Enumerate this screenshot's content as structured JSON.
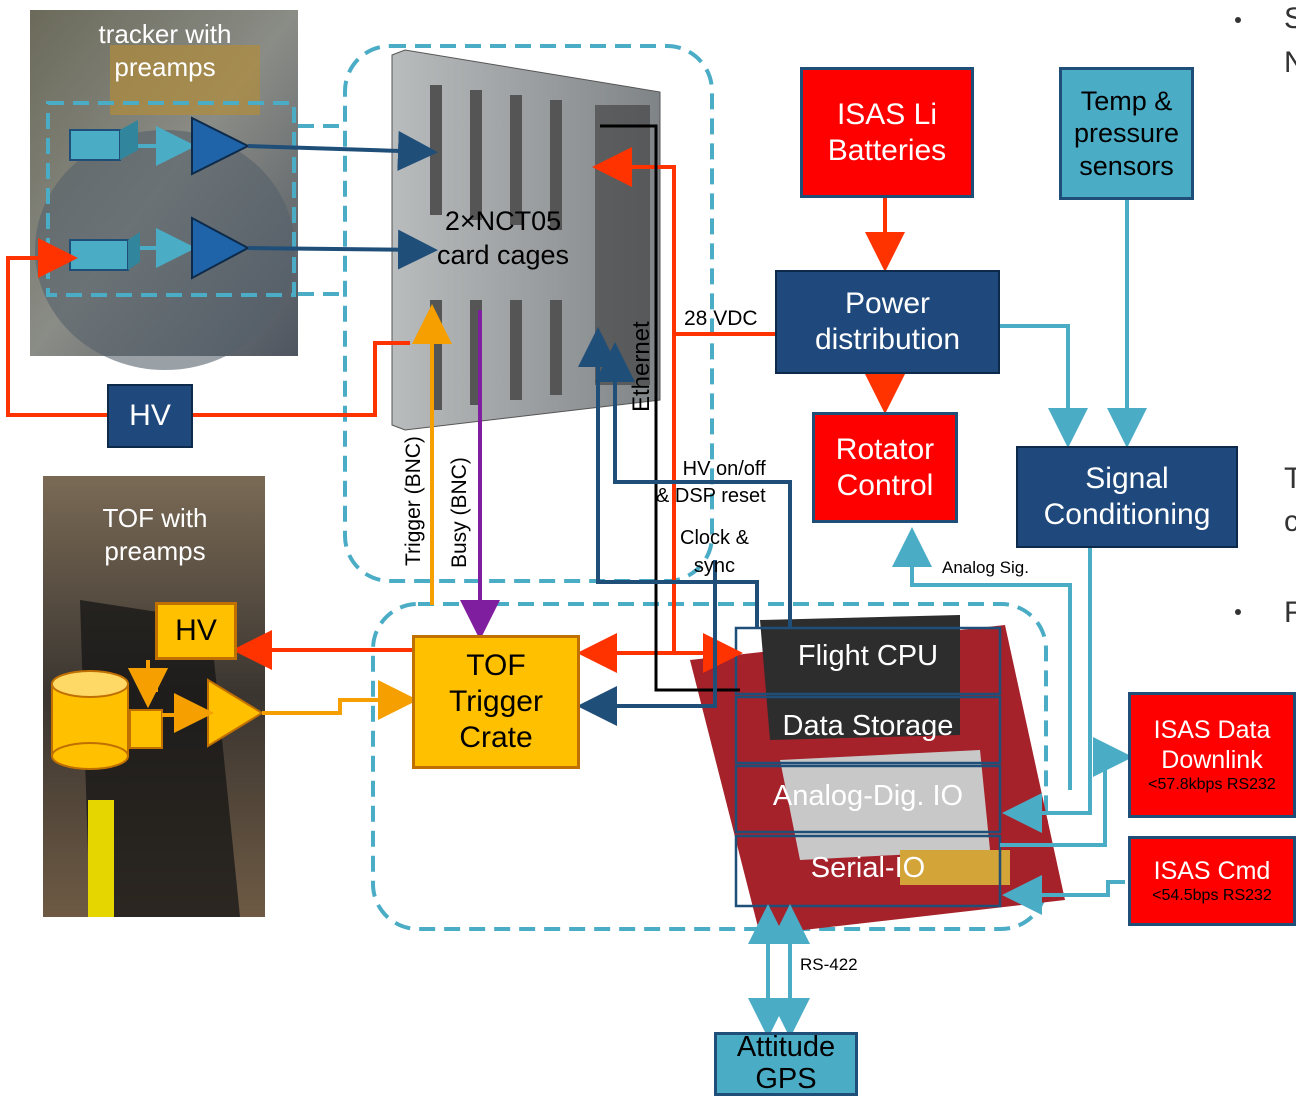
{
  "photos": {
    "tracker": "tracker with\npreamps",
    "tof": "TOF with\npreamps",
    "card_cages": "2×NCT05\ncard cages"
  },
  "boxes": {
    "batteries": "ISAS Li\nBatteries",
    "sensors": "Temp &\npressure\nsensors",
    "power": "Power\ndistribution",
    "rotator": "Rotator\nControl",
    "signal": "Signal\nConditioning",
    "hv_tracker": "HV",
    "hv_tof": "HV",
    "tof_crate": "TOF\nTrigger\nCrate",
    "downlink_title": "ISAS Data\nDownlink",
    "downlink_rate": "<57.8kbps RS232",
    "cmd_title": "ISAS Cmd",
    "cmd_rate": "<54.5bps RS232",
    "gps": "Attitude\nGPS"
  },
  "board": {
    "cpu": "Flight CPU",
    "storage": "Data Storage",
    "adio": "Analog-Dig. IO",
    "serial": "Serial-IO"
  },
  "labels": {
    "vdc": "28 VDC",
    "ethernet": "Ethernet",
    "trigger": "Trigger (BNC)",
    "busy": "Busy (BNC)",
    "hv_onoff": "HV on/off\n& DSP reset",
    "clock": "Clock &\nsync",
    "analog_sig": "Analog Sig.",
    "rs422": "RS-422"
  },
  "colors": {
    "red_line": "#ff3300",
    "orange_line": "#f5a000",
    "navy_line": "#1f4e79",
    "teal_line": "#4bacc6",
    "purple_line": "#7f1f9f"
  }
}
